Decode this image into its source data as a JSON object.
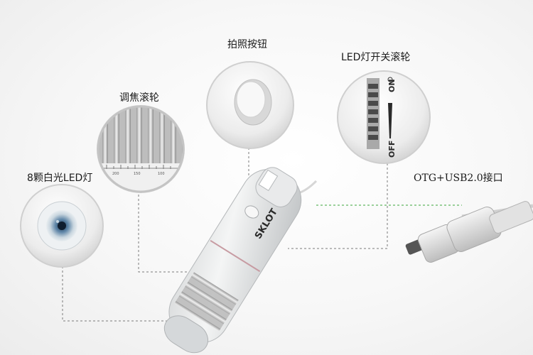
{
  "labels": {
    "capture_button": "拍照按钮",
    "led_wheel": "LED灯开关滚轮",
    "focus_wheel": "调焦滚轮",
    "led_lights": "8颗白光LED灯",
    "usb_port": "OTG+USB2.0接口"
  },
  "device": {
    "brand": "SKLOT"
  },
  "led_wheel_markings": {
    "on": "ON",
    "off": "OFF"
  },
  "focus_scale": [
    "200",
    "150",
    "100"
  ],
  "colors": {
    "body": "#e7e9ea",
    "circle": "#f2f2f2",
    "leader_line": "#7a7a7a",
    "usb_leader": "#3aa63a",
    "lens": "#4d6f8e"
  }
}
